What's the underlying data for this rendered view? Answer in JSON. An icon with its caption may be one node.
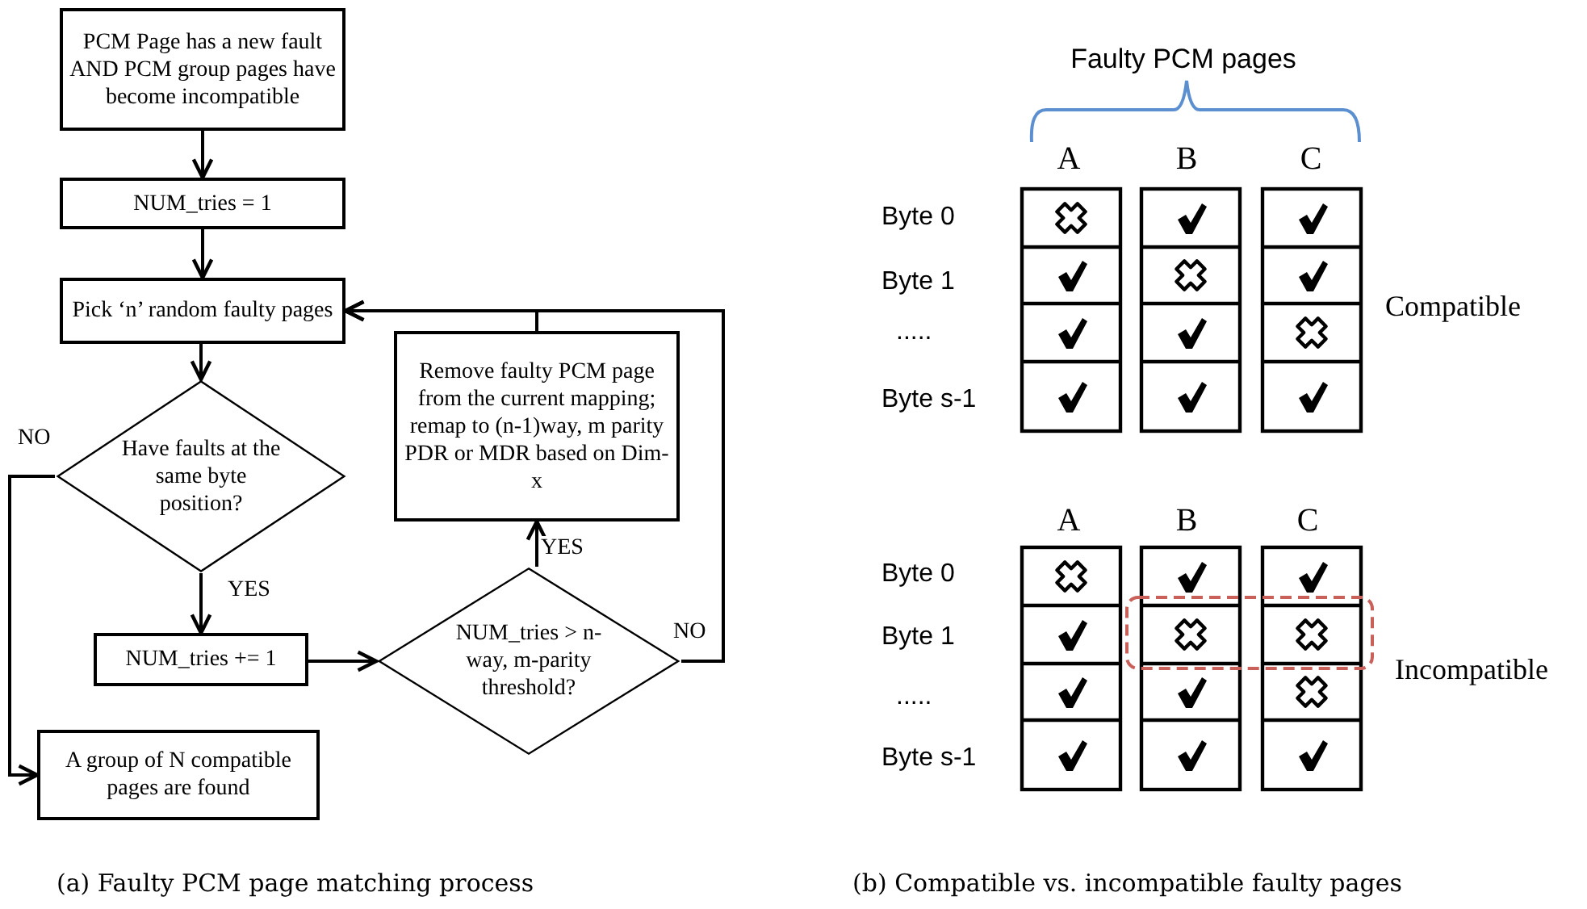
{
  "diagram": {
    "nodes": [
      {
        "text": [
          "PCM Page has a new fault AND PCM group pages have become incompatible"
        ]
      },
      {
        "text": [
          "NUM_tries = 1"
        ]
      },
      {
        "text": [
          "Pick ‘n’ random faulty pages"
        ]
      },
      {
        "text": [
          "Remove faulty PCM page from the current mapping; remap to (n-1)way, m parity PDR or MDR based on Dim-x"
        ]
      },
      {
        "text": [
          "Have faults at the same byte position?"
        ]
      },
      {
        "text": [
          "NUM_tries += 1"
        ]
      },
      {
        "text": [
          "NUM_tries > n-way, m-parity threshold?"
        ]
      },
      {
        "text": [
          "A group of N compatible pages are found"
        ]
      }
    ],
    "edges": [
      {
        "from": 0,
        "to": 1,
        "arrow": "to"
      },
      {
        "from": 1,
        "to": 2,
        "arrow": "to"
      },
      {
        "from": 2,
        "to": 4,
        "arrow": "to"
      },
      {
        "from": 4,
        "to": 7,
        "arrow": "to",
        "label": "NO"
      },
      {
        "from": 4,
        "to": 5,
        "arrow": "to",
        "label": "YES"
      },
      {
        "from": 5,
        "to": 6,
        "arrow": "to"
      },
      {
        "from": 6,
        "to": 3,
        "arrow": "to",
        "label": "YES"
      },
      {
        "from": 6,
        "to": 2,
        "arrow": "to",
        "label": "NO"
      },
      {
        "from": 3,
        "to": 2,
        "arrow": "to"
      }
    ],
    "labels": [
      "Faulty PCM pages",
      "A",
      "B",
      "C",
      "Byte 0",
      "Byte 1",
      "Compatible",
      ".....",
      "Byte s-1",
      "A",
      "B",
      "C",
      "Byte 0",
      "Byte 1",
      ".....",
      "Incompatible",
      "Byte s-1",
      "(a) Faulty PCM page matching process",
      "(b) Compatible vs. incompatible faulty pages"
    ]
  }
}
